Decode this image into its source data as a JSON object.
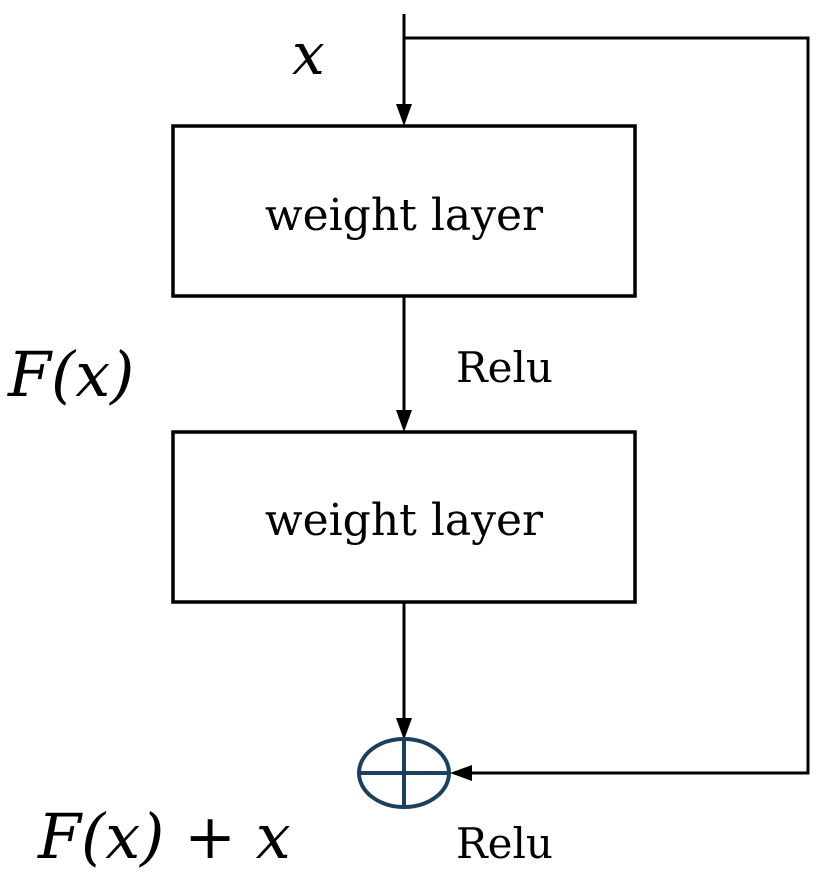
{
  "diagram": {
    "input_label": "x",
    "residual_label": "F(x)",
    "output_label": "F(x) + x",
    "layer1_label": "weight layer",
    "layer2_label": "weight layer",
    "activation1_label": "Relu",
    "activation2_label": "Relu",
    "add_symbol": "⊕"
  },
  "colors": {
    "lines": "#000000",
    "add_node": "#1c3f5e",
    "background": "#ffffff"
  }
}
